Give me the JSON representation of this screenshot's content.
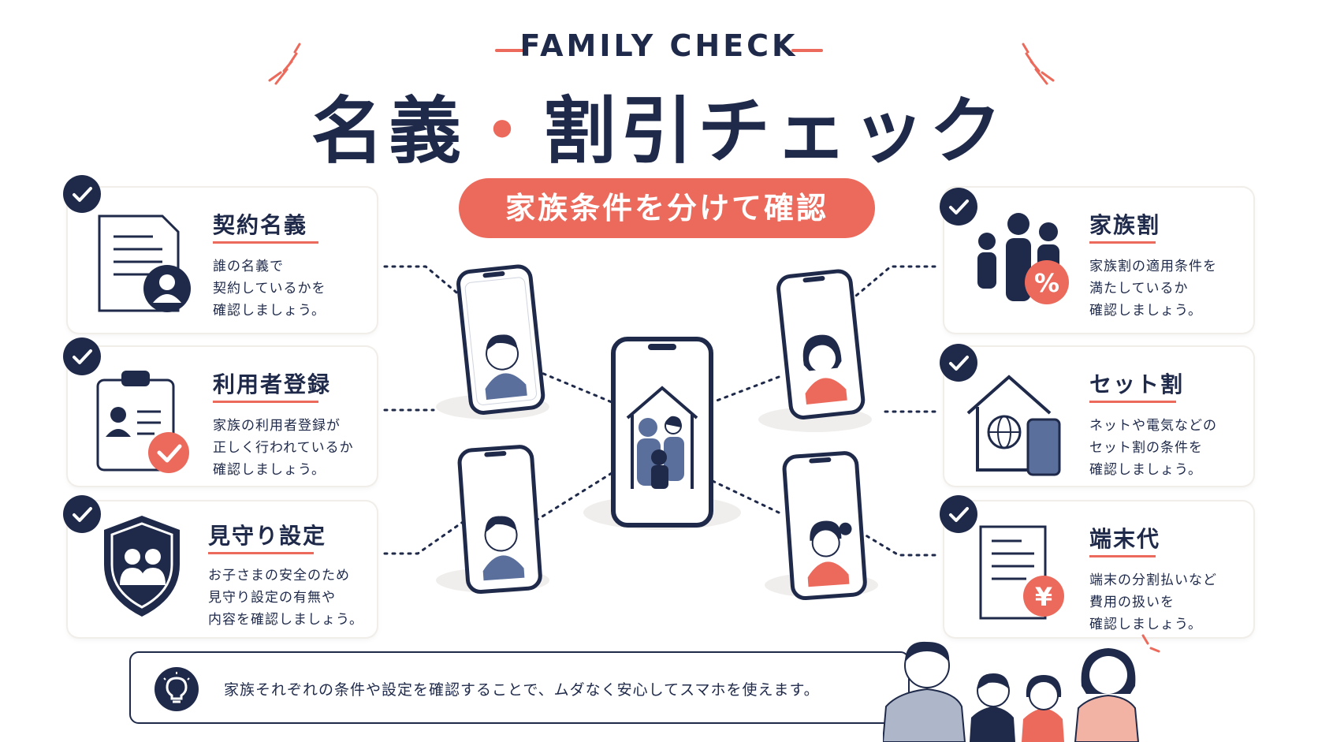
{
  "header": {
    "eyebrow": "FAMILY CHECK",
    "title_left": "名義",
    "title_dot": "・",
    "title_right": "割引チェック",
    "pill": "家族条件を分けて確認"
  },
  "cards": [
    {
      "icon": "contract-document-user-icon",
      "title": "契約名義",
      "body": "誰の名義で\n契約しているかを\n確認しましょう。"
    },
    {
      "icon": "clipboard-id-check-icon",
      "title": "利用者登録",
      "body": "家族の利用者登録が\n正しく行われているか\n確認しましょう。"
    },
    {
      "icon": "shield-family-icon",
      "title": "見守り設定",
      "body": "お子さまの安全のため\n見守り設定の有無や\n内容を確認しましょう。"
    },
    {
      "icon": "family-percent-icon",
      "title": "家族割",
      "body": "家族割の適用条件を\n満たしているか\n確認しましょう。"
    },
    {
      "icon": "house-globe-phone-icon",
      "title": "セット割",
      "body": "ネットや電気などの\nセット割の条件を\n確認しましょう。"
    },
    {
      "icon": "invoice-yen-icon",
      "title": "端末代",
      "body": "端末の分割払いなど\n費用の扱いを\n確認しましょう。"
    }
  ],
  "tip": {
    "icon": "lightbulb-icon",
    "text": "家族それぞれの条件や設定を確認することで、ムダなく安心してスマホを使えます。"
  },
  "colors": {
    "navy": "#1f2a4a",
    "coral": "#ec6a5c",
    "blue": "#5a6f9c",
    "card_border": "#f1ede9"
  }
}
